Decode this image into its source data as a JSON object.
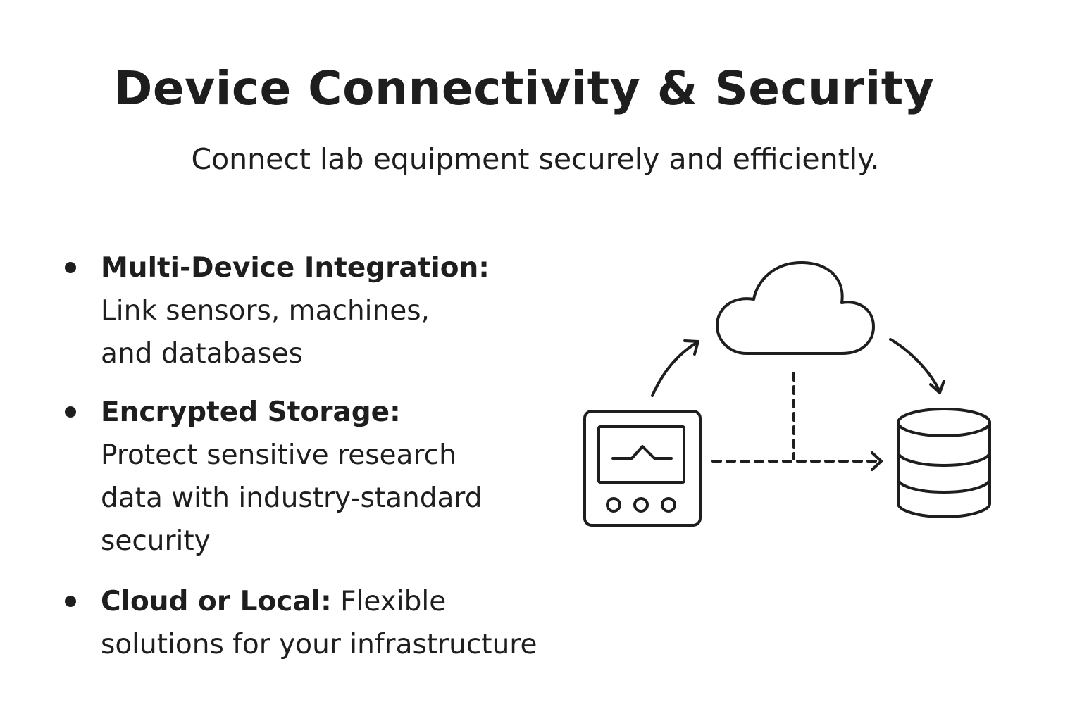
{
  "header": {
    "title": "Device Connectivity & Security",
    "subtitle": "Connect lab equipment securely and efficiently."
  },
  "features": [
    {
      "title": "Multi-Device Integration:",
      "description_lines": [
        "Link sensors, machines,",
        "and databases"
      ]
    },
    {
      "title": "Encrypted Storage:",
      "description_lines": [
        "Protect sensitive research",
        "data with industry-standard",
        "security"
      ]
    },
    {
      "title": "Cloud or Local:",
      "description_inline": "Flexible",
      "description_lines": [
        "solutions for your infrastructure"
      ]
    }
  ],
  "diagram": {
    "nodes": [
      {
        "id": "device",
        "icon": "lab-device-icon"
      },
      {
        "id": "cloud",
        "icon": "cloud-icon"
      },
      {
        "id": "database",
        "icon": "database-icon"
      }
    ],
    "connections": [
      {
        "from": "device",
        "to": "cloud",
        "style": "solid-arrow"
      },
      {
        "from": "cloud",
        "to": "database",
        "style": "solid-arrow"
      },
      {
        "from": "device",
        "to": "database",
        "style": "dashed-arrow"
      },
      {
        "from": "cloud",
        "to": "device-database-link",
        "style": "dashed-line"
      }
    ],
    "stroke_color": "#1e1e1e"
  }
}
